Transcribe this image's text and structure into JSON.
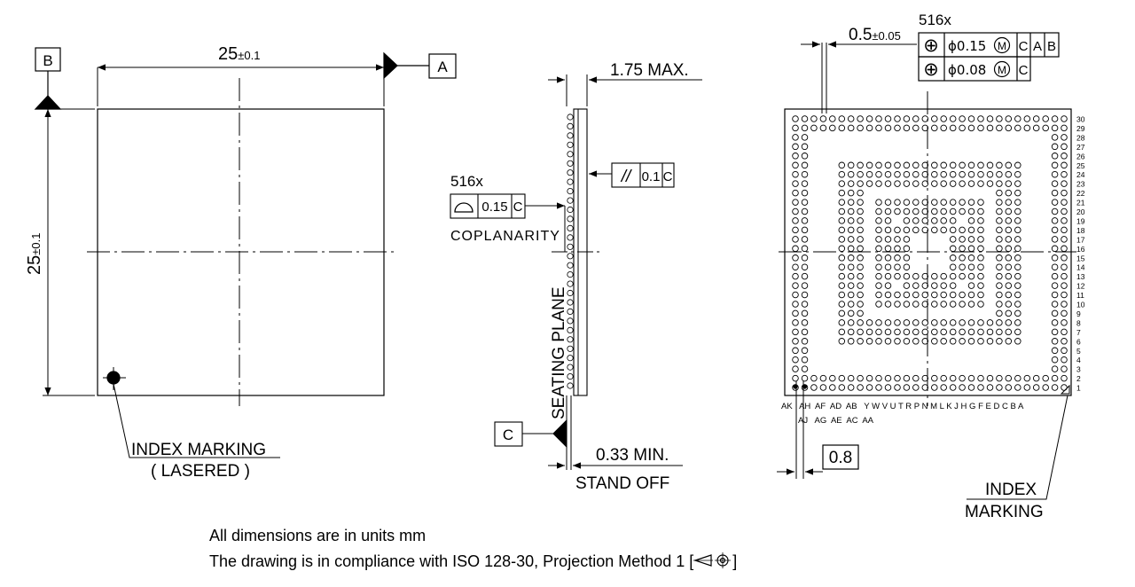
{
  "front_view": {
    "datum_b": "B",
    "datum_a": "A",
    "width_nominal": "25",
    "width_tol": "±0.1",
    "height_nominal": "25",
    "height_tol": "±0.1",
    "index_marking": "INDEX MARKING",
    "lasered": "( LASERED )"
  },
  "side_view": {
    "max_height": "1.75 MAX.",
    "parallelism_symbol": "//",
    "parallelism_value": "0.1",
    "parallelism_datum": "C",
    "coplanarity_count": "516x",
    "coplanarity_value": "0.15",
    "coplanarity_datum": "C",
    "coplanarity_label": "COPLANARITY",
    "seating_plane": "SEATING PLANE",
    "datum_c": "C",
    "standoff_value": "0.33 MIN.",
    "standoff_label": "STAND OFF"
  },
  "bottom_view": {
    "ball_count": "516x",
    "ball_dia_nominal": "0.5",
    "ball_dia_tol": "±0.05",
    "fcf_row1": {
      "symbol": "⊕",
      "value": "ϕ0.15",
      "modifier": "M",
      "datums": [
        "C",
        "A",
        "B"
      ]
    },
    "fcf_row2": {
      "symbol": "⊕",
      "value": "ϕ0.08",
      "modifier": "M",
      "datums": [
        "C"
      ]
    },
    "pitch": "0.8",
    "index_marking_line1": "INDEX",
    "index_marking_line2": "MARKING",
    "row_numbers": [
      "30",
      "29",
      "28",
      "27",
      "26",
      "25",
      "24",
      "23",
      "22",
      "21",
      "20",
      "19",
      "18",
      "17",
      "16",
      "15",
      "14",
      "13",
      "12",
      "11",
      "10",
      "9",
      "8",
      "7",
      "6",
      "5",
      "4",
      "3",
      "2",
      "1"
    ],
    "col_labels_upper": "AK   AH  AF  AD  AB   Y W V U T R P N M L K J H G F E D C B A",
    "col_labels_lower": "AJ   AG  AE  AC  AA"
  },
  "notes": {
    "line1": "All dimensions are in units mm",
    "line2": "The drawing is in compliance with ISO 128-30, Projection Method 1 [",
    "line2_end": "]"
  }
}
